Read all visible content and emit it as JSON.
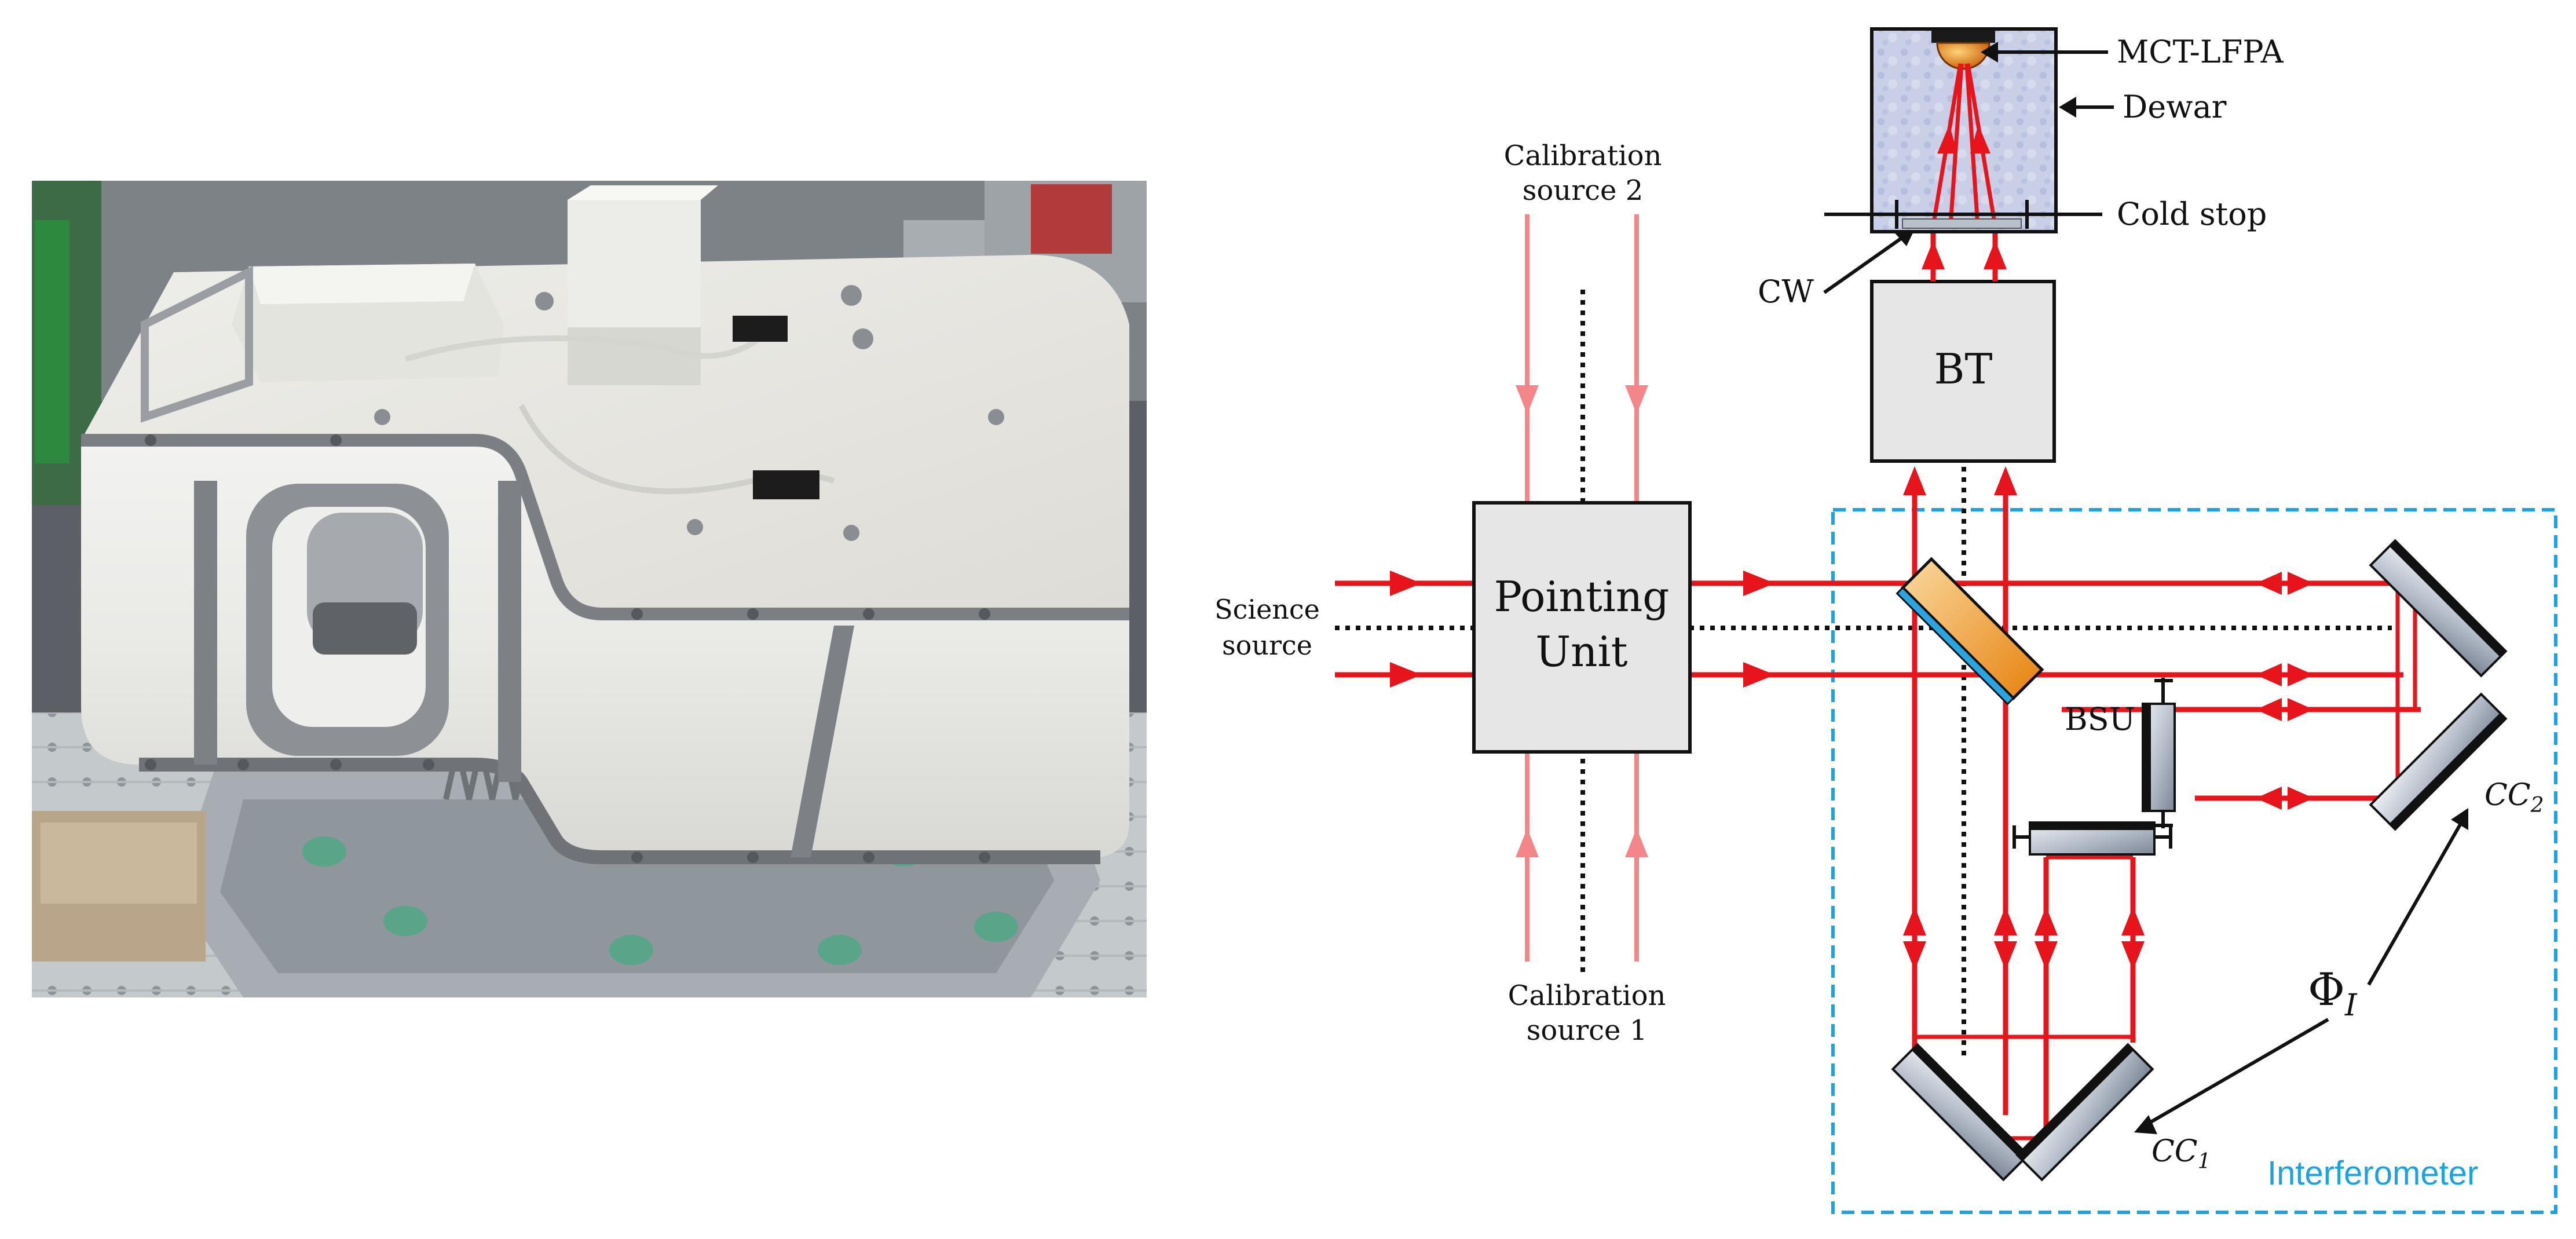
{
  "labels": {
    "mct_lfpa": "MCT-LFPA",
    "dewar": "Dewar",
    "cold_stop": "Cold stop",
    "cw": "CW",
    "bt": "BT",
    "calibration_source_2_line1": "Calibration",
    "calibration_source_2_line2": "source 2",
    "calibration_source_1_line1": "Calibration",
    "calibration_source_1_line2": "source 1",
    "science_source_line1": "Science",
    "science_source_line2": "source",
    "pointing_unit_line1": "Pointing",
    "pointing_unit_line2": "Unit",
    "bsu": "BSU",
    "cc2_base": "CC",
    "cc2_sub": "2",
    "cc1_base": "CC",
    "cc1_sub": "1",
    "phi_base": "Φ",
    "phi_sub": "I",
    "interferometer": "Interferometer"
  },
  "colors": {
    "ray": "#e8141b",
    "ray_light": "#f4868a",
    "interferometer_box": "#1aa3e0",
    "component_fill": "#e6e6e6",
    "bsu_fill": "#f0a030",
    "dewar_fill": "#c7cde8"
  }
}
